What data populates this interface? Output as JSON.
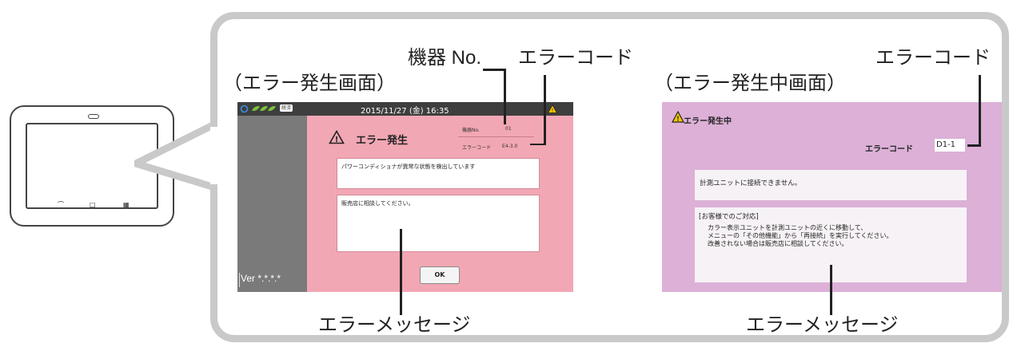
{
  "device": {
    "buttons": [
      "⌒",
      "□",
      "▦"
    ]
  },
  "labels": {
    "screen1_heading": "（エラー発生画面）",
    "screen2_heading": "（エラー発生中画面）",
    "device_no_callout": "機器 No.",
    "error_code_callout_left": "エラーコード",
    "error_code_callout_right": "エラーコード",
    "error_message_callout_left": "エラーメッセージ",
    "error_message_callout_right": "エラーメッセージ"
  },
  "screen1": {
    "status_badge": "経済",
    "datetime": "2015/11/27 (金) 16:35",
    "title": "エラー発生",
    "device_no_label": "機器No.",
    "device_no_value": "01",
    "error_code_label": "エラーコード",
    "error_code_value": "E4-3.0",
    "message1": "パワーコンディショナが異常な状態を検出しています",
    "message2": "販売店に相談してください。",
    "ok_label": "OK",
    "version": "Ver *.*.*.*"
  },
  "screen2": {
    "title": "エラー発生中",
    "error_code_label": "エラーコード",
    "error_code_value": "D1-1",
    "message1": "計測ユニットに接続できません。",
    "response_heading": "[お客様でのご対応]",
    "response_line1": "カラー表示ユニットを計測ユニットの近くに移動して、",
    "response_line2": "メニューの「その他機能」から「再接続」を実行してください。",
    "response_line3": "改善されない場合は販売店に相談してください。"
  },
  "colors": {
    "screen1_bg": "#f2a7b4",
    "screen2_bg": "#dcb0d7",
    "frame": "#c9c9c9",
    "warning_yellow": "#f5c400"
  }
}
